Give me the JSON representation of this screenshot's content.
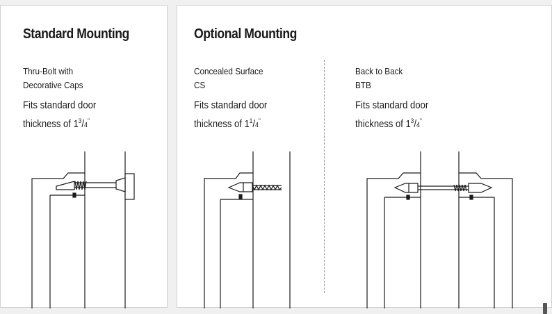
{
  "standard": {
    "heading": "Standard Mounting",
    "option": {
      "model_lines": [
        "Thru-Bolt with",
        "Decorative Caps"
      ],
      "fits_line1": "Fits standard door",
      "fits_line2_prefix": "thickness of 1",
      "fits_fraction_num": "3",
      "fits_fraction_den": "4",
      "fits_suffix": "\""
    }
  },
  "optional": {
    "heading": "Optional Mounting",
    "options": [
      {
        "model_lines": [
          "Concealed Surface",
          "CS"
        ],
        "fits_line1": "Fits standard door",
        "fits_line2_prefix": "thickness of 1",
        "fits_fraction_num": "1",
        "fits_fraction_den": "4",
        "fits_suffix": "\""
      },
      {
        "model_lines": [
          "Back to Back",
          "BTB"
        ],
        "fits_line1": "Fits standard door",
        "fits_line2_prefix": "thickness of 1",
        "fits_fraction_num": "3",
        "fits_fraction_den": "4",
        "fits_suffix": "\""
      }
    ]
  }
}
